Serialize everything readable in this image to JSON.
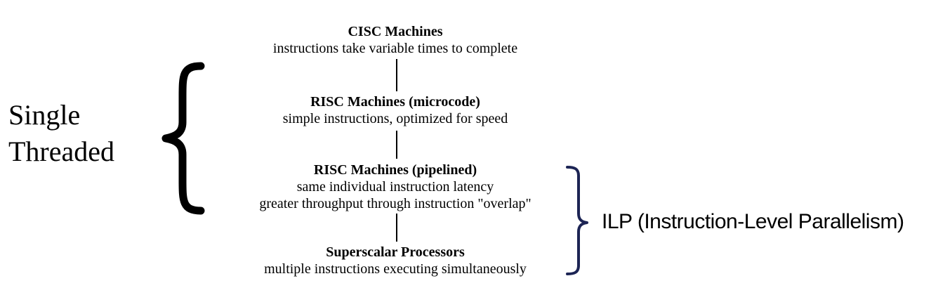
{
  "diagram": {
    "nodes": [
      {
        "title": "CISC Machines",
        "lines": [
          "instructions take variable times to complete"
        ]
      },
      {
        "title": "RISC Machines (microcode)",
        "lines": [
          "simple instructions, optimized for speed"
        ]
      },
      {
        "title": "RISC Machines (pipelined)",
        "lines": [
          "same individual instruction latency",
          "greater throughput through instruction \"overlap\""
        ]
      },
      {
        "title": "Superscalar Processors",
        "lines": [
          "multiple instructions executing simultaneously"
        ]
      }
    ],
    "left_group": {
      "line1": "Single",
      "line2": "Threaded"
    },
    "right_group": {
      "label": "ILP (Instruction-Level Parallelism)",
      "color": "#1c2454"
    }
  }
}
